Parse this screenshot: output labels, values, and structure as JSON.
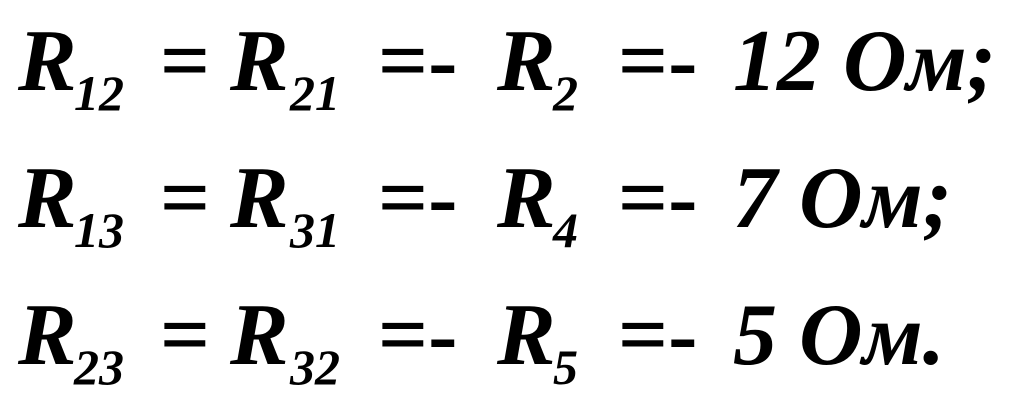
{
  "lines": [
    {
      "a": "R",
      "a_sub": "12",
      "eq1": "=",
      "b": "R",
      "b_sub": "21",
      "eq2": "=-",
      "c": "R",
      "c_sub": "2",
      "eq3": "=-",
      "rhs": "12 Ом;"
    },
    {
      "a": "R",
      "a_sub": "13",
      "eq1": "=",
      "b": "R",
      "b_sub": "31",
      "eq2": "=-",
      "c": "R",
      "c_sub": "4",
      "eq3": "=-",
      "rhs": "7 Ом;"
    },
    {
      "a": "R",
      "a_sub": "23",
      "eq1": "=",
      "b": "R",
      "b_sub": "32",
      "eq2": "=-",
      "c": "R",
      "c_sub": "5",
      "eq3": "=-",
      "rhs": "5 Ом."
    }
  ]
}
